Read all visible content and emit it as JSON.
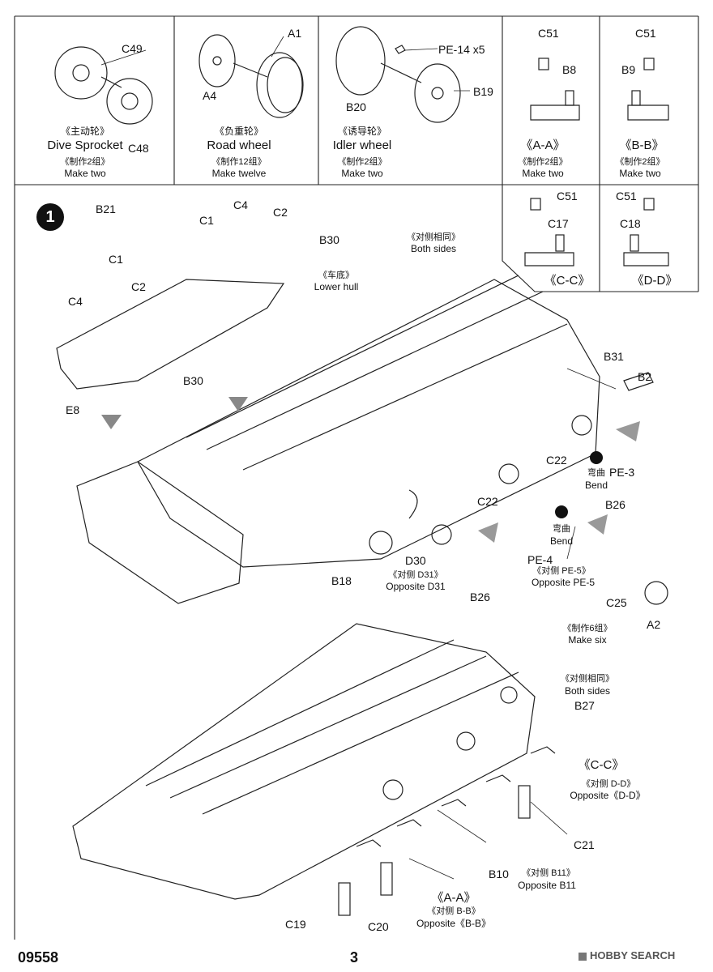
{
  "header": {
    "box1": {
      "parts": [
        "C49",
        "C48"
      ],
      "cn": "《主动轮》",
      "en": "Dive Sprocket",
      "qty_cn": "《制作2组》",
      "qty_en": "Make two"
    },
    "box2": {
      "parts": [
        "A1",
        "A4"
      ],
      "cn": "《负重轮》",
      "en": "Road wheel",
      "qty_cn": "《制作12组》",
      "qty_en": "Make twelve"
    },
    "box3": {
      "parts": [
        "PE-14 x5",
        "B19",
        "B20"
      ],
      "cn": "《诱导轮》",
      "en": "Idler wheel",
      "qty_cn": "《制作2组》",
      "qty_en": "Make two"
    },
    "box4": {
      "parts": [
        "C51",
        "B8"
      ],
      "title": "《A-A》",
      "qty_cn": "《制作2组》",
      "qty_en": "Make two"
    },
    "box5": {
      "parts": [
        "C51",
        "B9"
      ],
      "title": "《B-B》",
      "qty_cn": "《制作2组》",
      "qty_en": "Make two"
    },
    "box6": {
      "parts": [
        "C51",
        "C17"
      ],
      "title": "《C-C》"
    },
    "box7": {
      "parts": [
        "C51",
        "C18"
      ],
      "title": "《D-D》"
    }
  },
  "step": {
    "number": "1",
    "upper_labels": {
      "B21": "B21",
      "C4a": "C4",
      "C1a": "C1",
      "C2a": "C2",
      "B30a": "B30",
      "C1b": "C1",
      "C2b": "C2",
      "C4b": "C4",
      "B30b": "B30",
      "E8": "E8",
      "B31": "B31",
      "B2": "B2",
      "C22a": "C22",
      "PE3": "PE-3",
      "B26a": "B26",
      "C22b": "C22",
      "D30": "D30",
      "B18": "B18",
      "PE4": "PE-4",
      "B26b": "B26",
      "C25": "C25",
      "A2": "A2"
    },
    "both_sides_cn": "《对侧相同》",
    "both_sides_en": "Both sides",
    "lower_hull_cn": "《车底》",
    "lower_hull_en": "Lower hull",
    "bend1_cn": "弯曲",
    "bend1_en": "Bend",
    "bend2_cn": "弯曲",
    "bend2_en": "Bend",
    "opp_d31_cn": "《对侧  D31》",
    "opp_d31_en": "Opposite D31",
    "opp_pe5_cn": "《对侧  PE-5》",
    "opp_pe5_en": "Opposite PE-5",
    "make_six_cn": "《制作6组》",
    "make_six_en": "Make six",
    "lower": {
      "both_sides_cn": "《对侧相同》",
      "both_sides_en": "Both sides",
      "B27": "B27",
      "cc": "《C-C》",
      "opp_dd_cn": "《对侧  D-D》",
      "opp_dd_en": "Opposite《D-D》",
      "C21": "C21",
      "B10": "B10",
      "opp_b11_cn": "《对侧  B11》",
      "opp_b11_en": "Opposite B11",
      "aa": "《A-A》",
      "opp_bb_cn": "《对侧  B-B》",
      "opp_bb_en": "Opposite《B-B》",
      "C19": "C19",
      "C20": "C20"
    }
  },
  "footer": {
    "code": "09558",
    "page": "3",
    "watermark": "HOBBY SEARCH"
  }
}
